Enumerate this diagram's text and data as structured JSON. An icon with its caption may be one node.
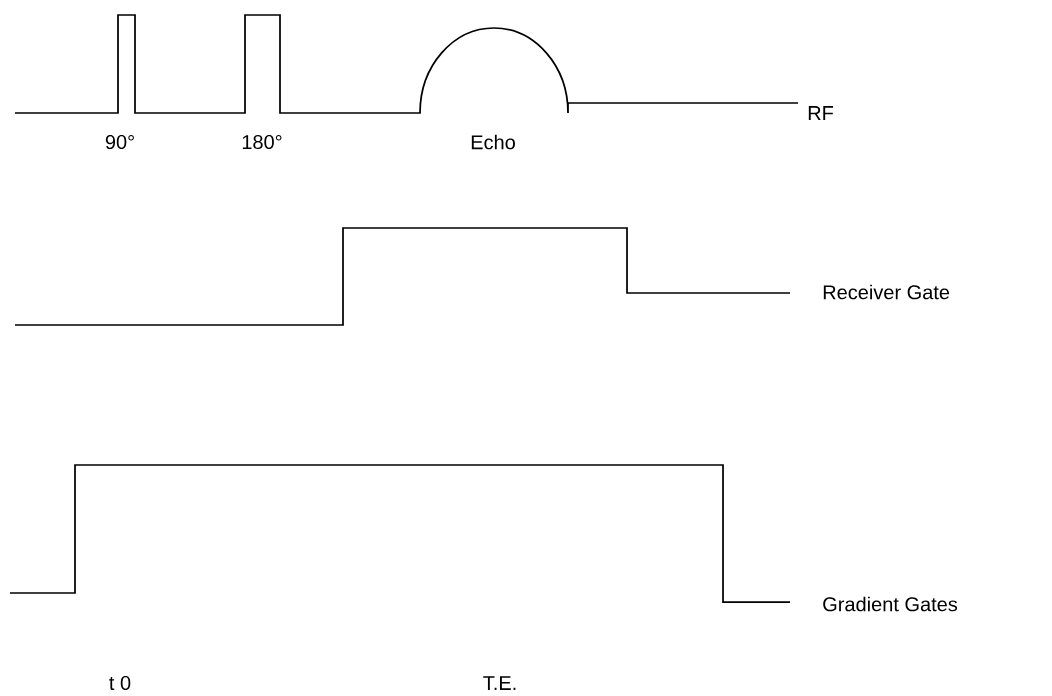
{
  "diagram": {
    "labels": [
      "RF",
      "90°",
      "180°",
      "Echo",
      "Receiver Gate",
      "Gradient Gates",
      "t 0",
      "T.E."
    ]
  }
}
